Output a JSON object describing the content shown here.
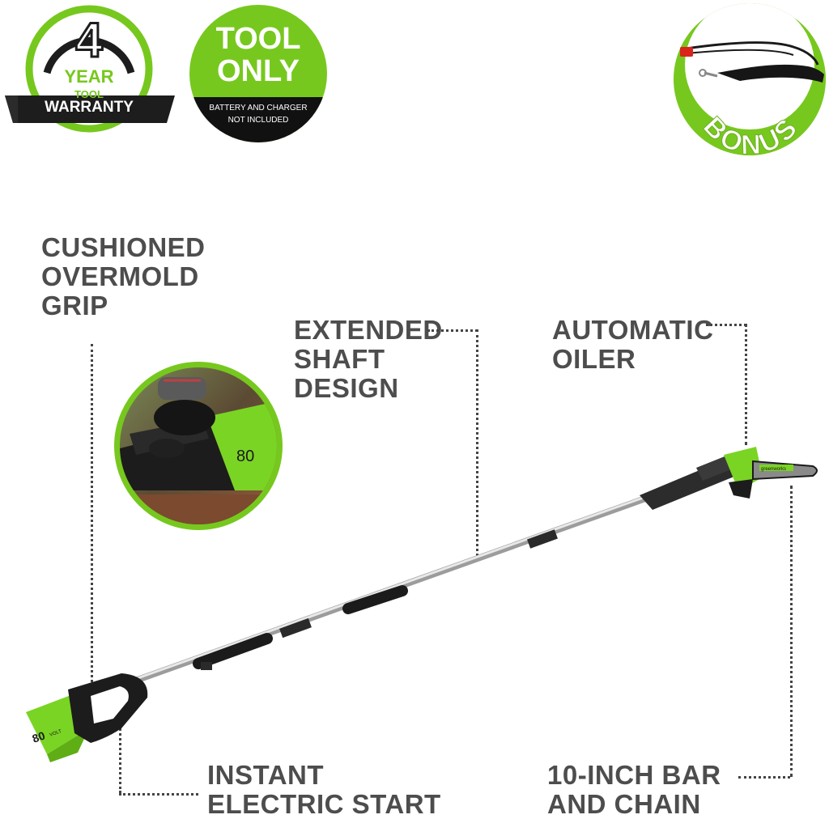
{
  "badges": {
    "warranty": {
      "years": "4",
      "year_label": "YEAR",
      "line1": "TOOL",
      "line2": "WARRANTY"
    },
    "tool_only": {
      "line1": "TOOL",
      "line2": "ONLY",
      "note1": "BATTERY AND CHARGER",
      "note2": "NOT INCLUDED"
    },
    "bonus": {
      "label": "BONUS",
      "item_icon": "shoulder-strap"
    }
  },
  "features": {
    "grip": [
      "CUSHIONED",
      "OVERMOLD",
      "GRIP"
    ],
    "shaft": [
      "EXTENDED",
      "SHAFT",
      "DESIGN"
    ],
    "oiler": [
      "AUTOMATIC",
      "OILER"
    ],
    "start": [
      "INSTANT",
      "ELECTRIC START"
    ],
    "bar": [
      "10-INCH BAR",
      "AND CHAIN"
    ]
  },
  "product": {
    "battery_label": "80",
    "battery_unit": "VOLT",
    "inset_label": "80",
    "brand_label": "greenworks"
  },
  "colors": {
    "brand_green": "#77c81e",
    "text_gray": "#4d4d4d",
    "dark": "#1d1d1d"
  }
}
